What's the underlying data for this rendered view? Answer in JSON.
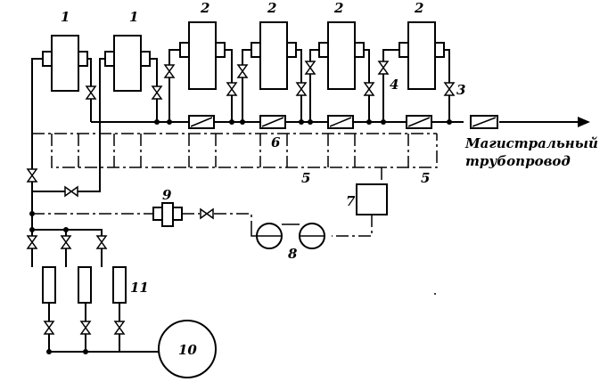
{
  "labels": {
    "unit1a": "1",
    "unit1b": "1",
    "unit2a": "2",
    "unit2b": "2",
    "unit2c": "2",
    "unit2d": "2",
    "n3": "3",
    "n4": "4",
    "n5a": "5",
    "n5b": "5",
    "n6": "6",
    "n7": "7",
    "n8": "8",
    "n9": "9",
    "n10": "10",
    "n11": "11"
  },
  "pipeline_label": {
    "line1": "Магистральный",
    "line2": "трубопровод"
  }
}
